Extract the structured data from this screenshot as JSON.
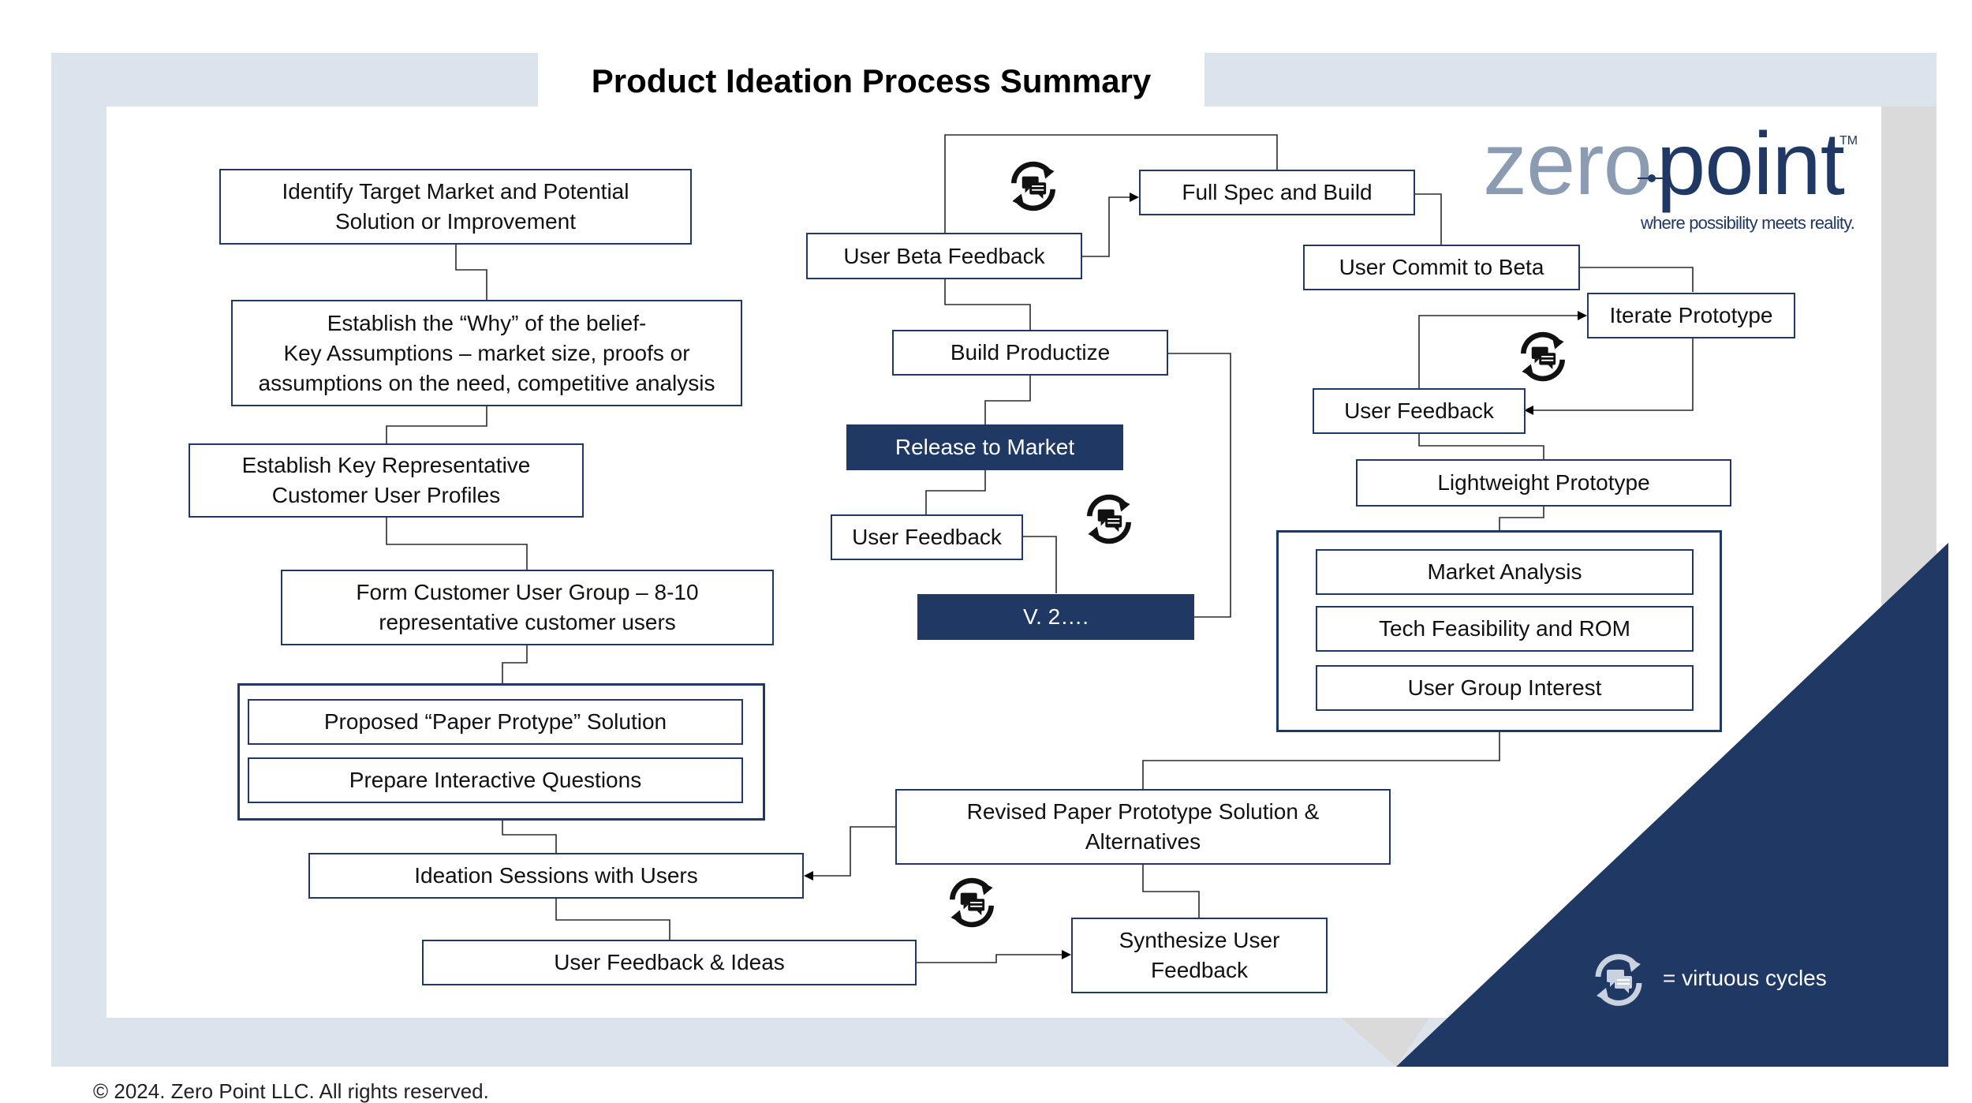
{
  "title": "Product Ideation Process Summary",
  "logo": {
    "word1": "zero",
    "word2": "point",
    "trademark": "TM",
    "tagline": "where possibility meets reality."
  },
  "colors": {
    "navy": "#1f3864",
    "frame": "#dbe3ec",
    "logo_grey": "#8a9bb2"
  },
  "nodes": {
    "identify_market": "Identify Target Market and Potential\nSolution or Improvement",
    "establish_why": "Establish the “Why” of the belief-\nKey Assumptions – market size, proofs or\nassumptions on the need, competitive analysis",
    "key_profiles": "Establish Key Representative\nCustomer User Profiles",
    "form_group": "Form Customer User Group – 8-10\nrepresentative customer users",
    "paper_prototype": "Proposed “Paper Protype” Solution",
    "interactive_questions": "Prepare Interactive Questions",
    "ideation_sessions": "Ideation Sessions with Users",
    "feedback_ideas": "User Feedback & Ideas",
    "synthesize": "Synthesize User\nFeedback",
    "revised_paper": "Revised Paper Prototype Solution &\nAlternatives",
    "market_analysis": "Market Analysis",
    "tech_feasibility": "Tech Feasibility and ROM",
    "group_interest": "User Group Interest",
    "lightweight_prototype": "Lightweight Prototype",
    "user_feedback_right": "User Feedback",
    "iterate_prototype": "Iterate Prototype",
    "commit_beta": "User Commit to Beta",
    "full_spec": "Full Spec and Build",
    "beta_feedback": "User Beta Feedback",
    "build_productize": "Build Productize",
    "release_market": "Release to Market",
    "user_feedback_mid": "User Feedback",
    "v2": "V. 2…."
  },
  "icons": {
    "cycle": "virtuous-cycle-icon"
  },
  "legend": {
    "label": "= virtuous cycles"
  },
  "footer": {
    "copyright": "© 2024. Zero Point LLC. All rights reserved."
  }
}
